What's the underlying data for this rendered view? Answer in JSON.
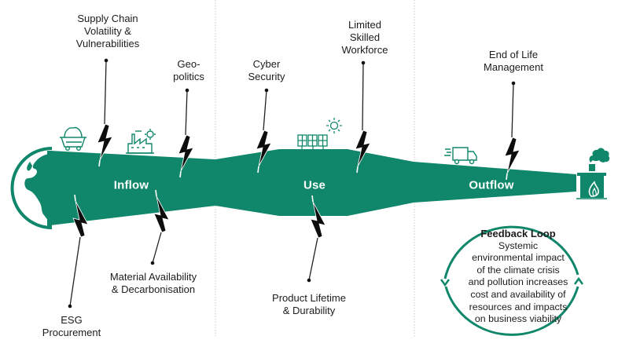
{
  "colors": {
    "brand_green": "#10876A",
    "bolt": "#0d0d0d",
    "text": "#1c1c1c",
    "divider": "#cccccc",
    "stage_text": "#ffffff"
  },
  "stages": [
    {
      "id": "inflow",
      "label": "Inflow"
    },
    {
      "id": "use",
      "label": "Use"
    },
    {
      "id": "outflow",
      "label": "Outflow"
    }
  ],
  "risks_top": [
    {
      "id": "supply-chain",
      "lines": [
        "Supply Chain",
        "Volatility &",
        "Vulnerabilities"
      ]
    },
    {
      "id": "geopolitics",
      "lines": [
        "Geo-",
        "politics"
      ]
    },
    {
      "id": "cyber-security",
      "lines": [
        "Cyber",
        "Security"
      ]
    },
    {
      "id": "limited-skilled-workforce",
      "lines": [
        "Limited",
        "Skilled",
        "Workforce"
      ]
    },
    {
      "id": "end-of-life",
      "lines": [
        "End of Life",
        "Management"
      ]
    }
  ],
  "risks_bottom": [
    {
      "id": "esg-procurement",
      "lines": [
        "ESG",
        "Procurement"
      ]
    },
    {
      "id": "material-availability",
      "lines": [
        "Material Availability",
        "& Decarbonisation"
      ]
    },
    {
      "id": "product-lifetime",
      "lines": [
        "Product Lifetime",
        "& Durability"
      ]
    }
  ],
  "icons": {
    "globe": "globe-icon",
    "mine_cart": "mine-cart-icon",
    "factory": "factory-icon",
    "solar": "solar-panel-icon",
    "truck": "delivery-truck-icon",
    "incinerator": "incinerator-icon",
    "bolt": "lightning-bolt-icon"
  },
  "feedback_loop": {
    "title": "Feedback Loop",
    "lines": [
      "Systemic",
      "environmental impact",
      "of the climate crisis",
      "and pollution increases",
      "cost and availability of",
      "resources and impacts",
      "on business viability"
    ]
  }
}
